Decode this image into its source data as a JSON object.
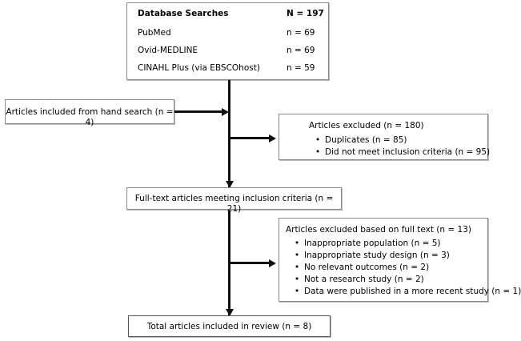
{
  "diagram": {
    "type": "prisma-flow-diagram",
    "colors": {
      "line": "#111111",
      "box_border": "#8a8a8a",
      "background": "#ffffff",
      "text": "#000000"
    },
    "search_box": {
      "title_label": "Database Searches",
      "title_count": "N = 197",
      "sources": [
        {
          "label": "PubMed",
          "count": "n = 69"
        },
        {
          "label": "Ovid-MEDLINE",
          "count": "n = 69"
        },
        {
          "label": "CINAHL Plus (via EBSCOhost)",
          "count": "n = 59"
        }
      ]
    },
    "hand_search_box": {
      "label": "Articles included from hand search (n = 4)"
    },
    "excluded_box": {
      "heading": "Articles excluded (n = 180)",
      "reasons": [
        "Duplicates (n = 85)",
        "Did not meet inclusion criteria (n = 95)"
      ]
    },
    "fulltext_box": {
      "label": "Full-text articles meeting inclusion criteria (n = 21)"
    },
    "fulltext_excluded_box": {
      "heading": "Articles excluded based on full text (n = 13)",
      "reasons": [
        "Inappropriate population (n = 5)",
        "Inappropriate study design (n = 3)",
        "No relevant outcomes (n = 2)",
        "Not a research study (n = 2)",
        "Data were published in a more recent study (n = 1)"
      ]
    },
    "total_box": {
      "label": "Total articles included in review (n = 8)"
    },
    "bullet_glyph": "•"
  }
}
